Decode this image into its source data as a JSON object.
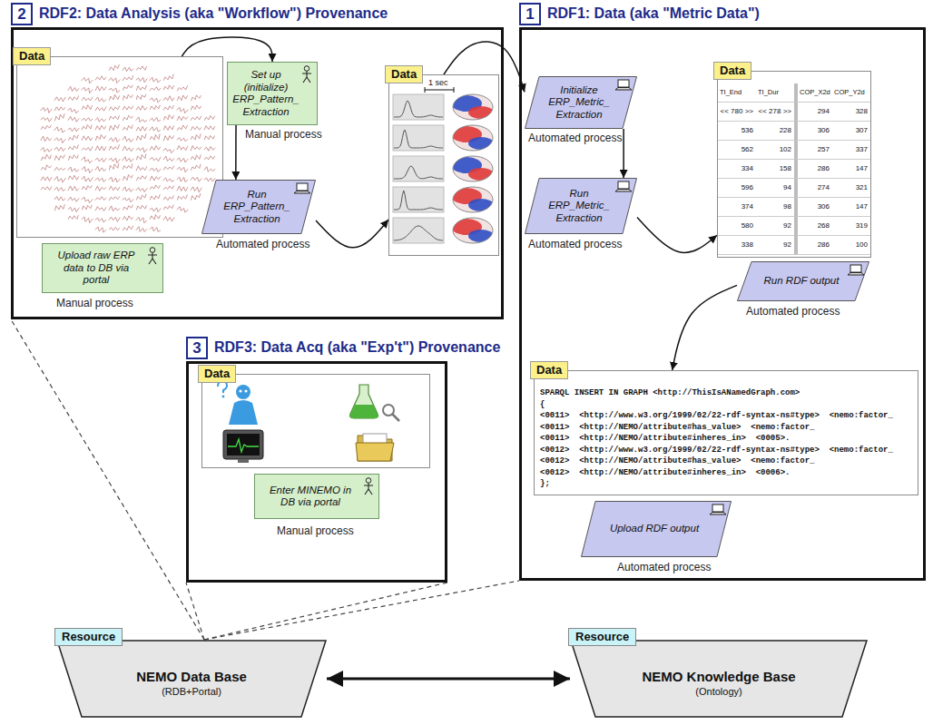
{
  "diagram": {
    "nodes": [
      {
        "text": [
          "2",
          "RDF2: Data Analysis (aka \"Workflow\") Provenance"
        ]
      },
      {
        "text": [
          "Data"
        ],
        "in": 0
      },
      {
        "text": [
          "Upload raw ERP data to DB via portal"
        ],
        "in": 0
      },
      {
        "text": [
          "Set up (initialize) ERP_Pattern_ Extraction"
        ],
        "in": 0
      },
      {
        "text": [
          "Run ERP_Pattern_ Extraction"
        ],
        "in": 0
      },
      {
        "text": [
          "Data"
        ],
        "in": 0
      },
      {
        "text": [
          "1",
          "RDF1: Data (aka \"Metric Data\")"
        ]
      },
      {
        "text": [
          "Initialize ERP_Metric_ Extraction"
        ],
        "in": 6
      },
      {
        "text": [
          "Run ERP_Metric_ Extraction"
        ],
        "in": 6
      },
      {
        "text": [
          "Data"
        ],
        "in": 6
      },
      {
        "text": [
          "Run RDF output"
        ],
        "in": 6
      },
      {
        "text": [
          "Data"
        ],
        "in": 6
      },
      {
        "text": [
          "Upload RDF output"
        ],
        "in": 6
      },
      {
        "text": [
          "3",
          "RDF3: Data Acq (aka \"Exp't\") Provenance"
        ]
      },
      {
        "text": [
          "Data"
        ],
        "in": 13
      },
      {
        "text": [
          "Enter MINEMO in DB via portal"
        ],
        "in": 13
      },
      {
        "text": [
          "Resource",
          "NEMO Data Base",
          "(RDB+Portal)"
        ]
      },
      {
        "text": [
          "Resource",
          "NEMO Knowledge Base",
          "(Ontology)"
        ]
      }
    ],
    "edges": [
      {
        "from": 1,
        "to": 3,
        "arrow": "to"
      },
      {
        "from": 3,
        "to": 4,
        "arrow": "to"
      },
      {
        "from": 4,
        "to": 5,
        "arrow": "to"
      },
      {
        "from": 5,
        "to": 7,
        "arrow": "to"
      },
      {
        "from": 7,
        "to": 8,
        "arrow": "to"
      },
      {
        "from": 8,
        "to": 9,
        "arrow": "to"
      },
      {
        "from": 10,
        "to": 11,
        "arrow": "to"
      },
      {
        "from": 16,
        "to": 17,
        "arrow": "both"
      }
    ],
    "labels": [
      "1 sec",
      "TI_End",
      "TI_Dur",
      "COP_X2d",
      "COP_Y2d",
      "<< 780 >>",
      "<< 278 >>",
      "294",
      "328",
      "536",
      "228",
      "306",
      "307",
      "562",
      "102",
      "257",
      "337",
      "334",
      "158",
      "286",
      "147",
      "596",
      "94",
      "274",
      "321",
      "374",
      "98",
      "306",
      "147",
      "580",
      "92",
      "268",
      "319",
      "338",
      "92",
      "286",
      "100",
      "SPARQL INSERT IN GRAPH <http://ThisIsANamedGraph.com>",
      "{",
      "<0011>  <http://www.w3.org/1999/02/22-rdf-syntax-ns#type>  <nemo:factor_",
      "<0011>  <http://NEMO/attribute#has_value>  <nemo:factor_",
      "<0011>  <http://NEMO/attribute#inheres_in>  <0005>.",
      "<0012>  <http://www.w3.org/1999/02/22-rdf-syntax-ns#type>  <nemo:factor_",
      "<0012>  <http://NEMO/attribute#has_value>  <nemo:factor_",
      "<0012>  <http://NEMO/attribute#inheres_in>  <0006>.",
      "};",
      "Manual process",
      "Manual process",
      "Automated process",
      "Automated process",
      "Automated process",
      "Automated process",
      "Automated process",
      "Manual process"
    ]
  }
}
